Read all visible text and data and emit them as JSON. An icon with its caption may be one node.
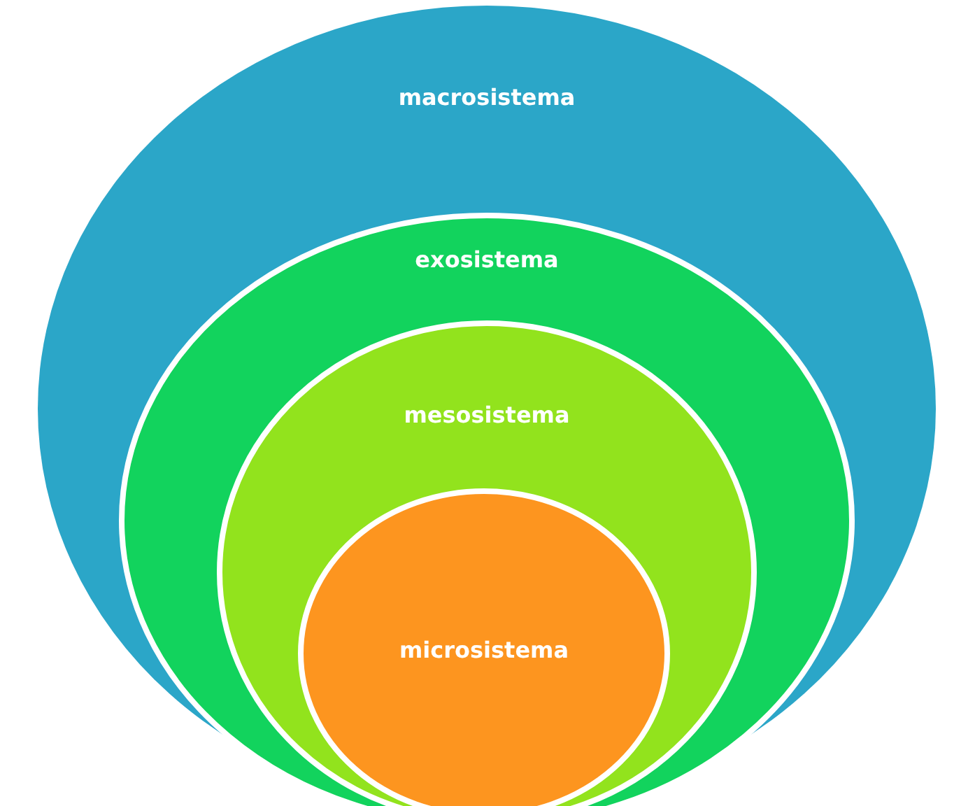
{
  "diagram": {
    "nodes": [
      {
        "text": [
          "macrosistema"
        ]
      },
      {
        "text": [
          "exosistema"
        ],
        "in": 0
      },
      {
        "text": [
          "mesosistema"
        ],
        "in": 1
      },
      {
        "text": [
          "microsistema"
        ],
        "in": 2
      }
    ]
  }
}
